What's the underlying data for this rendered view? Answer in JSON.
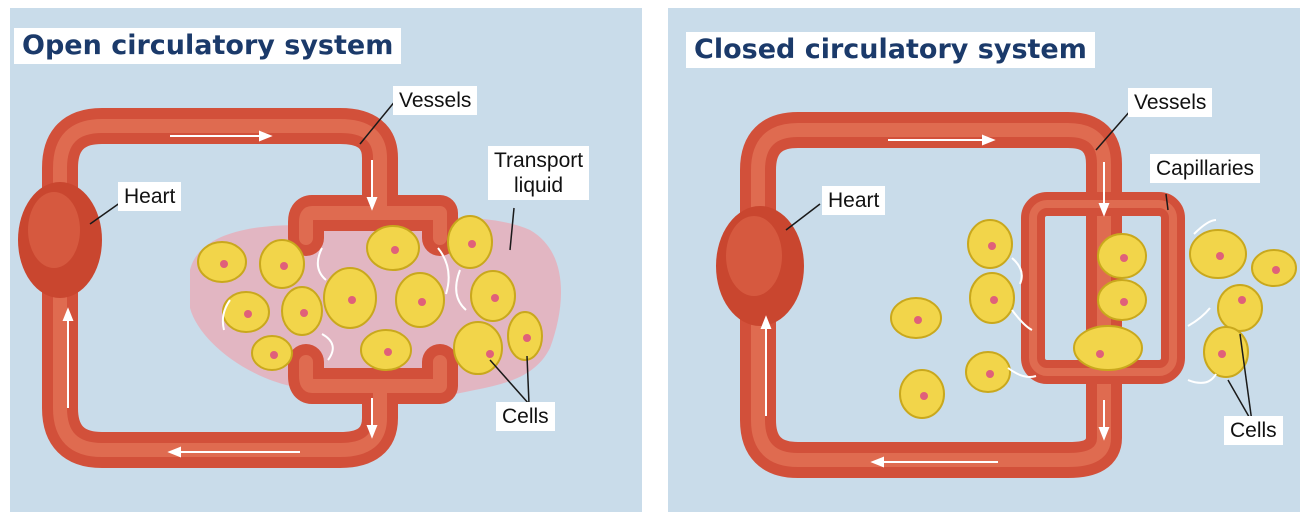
{
  "colors": {
    "background": "#c9dcea",
    "vessel": "#d2503a",
    "vessel_light": "#ec8a6c",
    "heart": "#c9462f",
    "cell": "#f2d54a",
    "cell_edge": "#c9a81d",
    "nucleus": "#e0607a",
    "transport_liquid": "#e9a9b4",
    "title_text": "#1b3a6a",
    "arrow": "#ffffff"
  },
  "open_panel": {
    "title": "Open circulatory system",
    "labels": {
      "vessels": "Vessels",
      "heart": "Heart",
      "transport_liquid": "Transport\nliquid",
      "cells": "Cells"
    }
  },
  "closed_panel": {
    "title": "Closed circulatory system",
    "labels": {
      "vessels": "Vessels",
      "capillaries": "Capillaries",
      "heart": "Heart",
      "cells": "Cells"
    }
  }
}
